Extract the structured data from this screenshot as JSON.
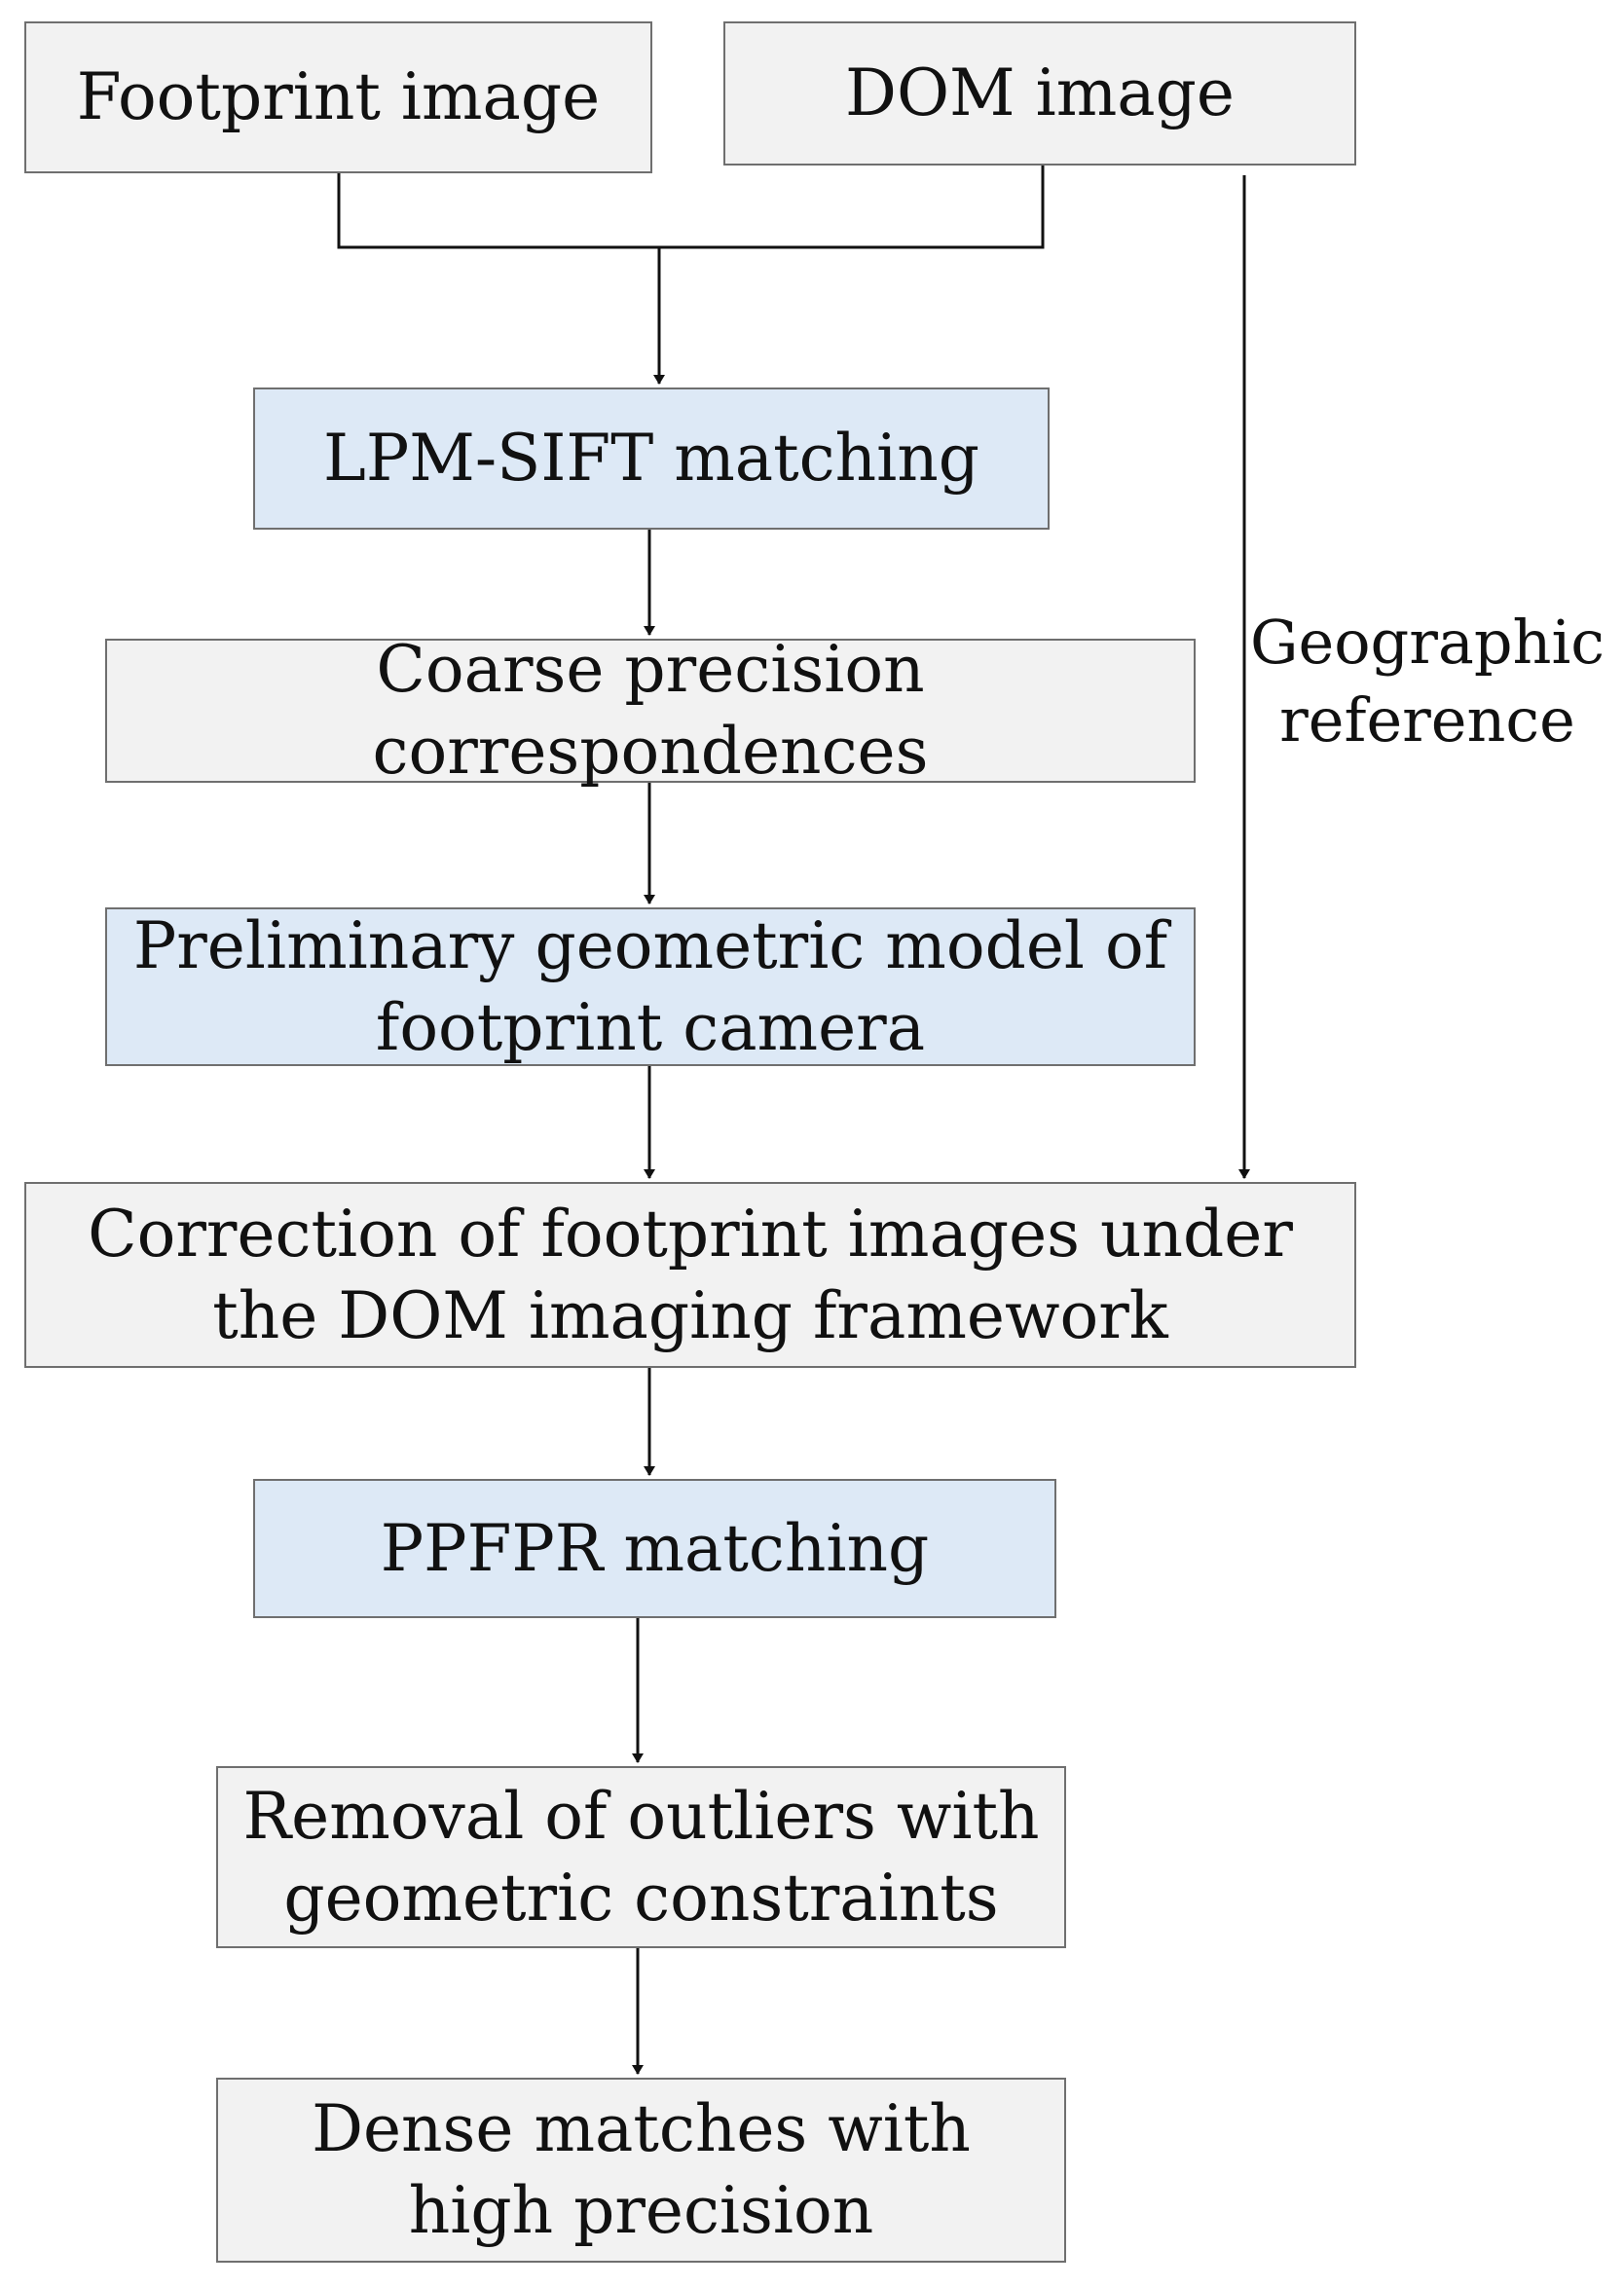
{
  "nodes": {
    "footprint_image": "Footprint image",
    "dom_image": "DOM image",
    "lpm_sift": "LPM-SIFT matching",
    "coarse_correspondences": "Coarse precision correspondences",
    "preliminary_model": "Preliminary geometric model of\nfootprint camera",
    "correction": "Correction of footprint images under\nthe DOM imaging framework",
    "ppfpr": "PPFPR matching",
    "removal_outliers": "Removal of outliers with\ngeometric constraints",
    "dense_matches": "Dense matches with\nhigh precision"
  },
  "edge_labels": {
    "geographic_reference": "Geographic\nreference"
  },
  "colors": {
    "gray_box": "#f2f2f2",
    "blue_box": "#dde9f6",
    "border": "#6f6f6f",
    "line": "#111111"
  }
}
